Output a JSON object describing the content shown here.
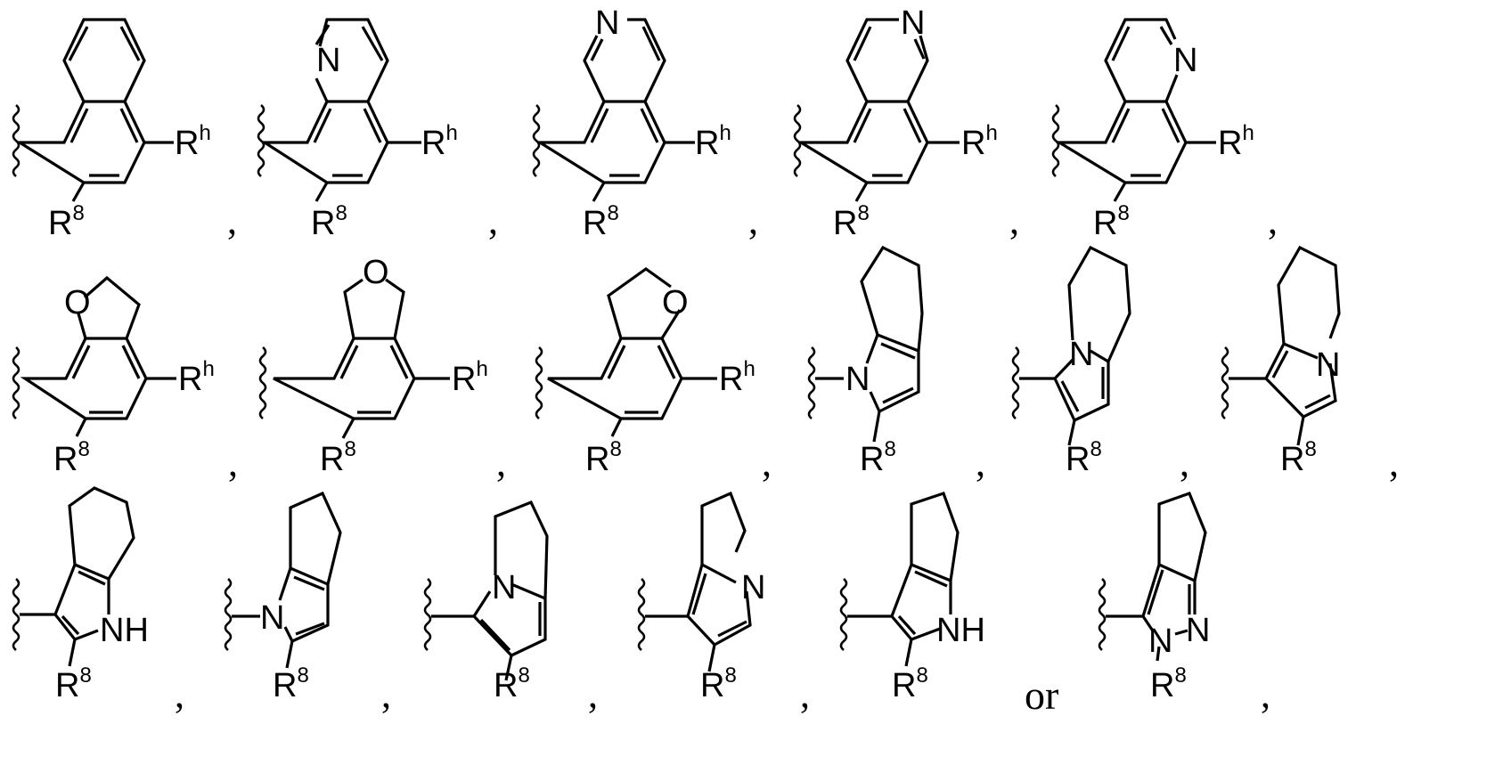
{
  "figure": {
    "description": "Markush list of bicyclic aryl/heteroaryl substituent structures",
    "separator": ",",
    "conjunction": "or",
    "terminal_punctuation": ",",
    "rows": [
      {
        "row": 1,
        "structures": [
          {
            "id": "s1",
            "name": "naphthalen-1-yl",
            "labels": {
              "sub_a": "R",
              "sub_a_sup": "h",
              "sub_b": "R",
              "sub_b_sup": "8"
            }
          },
          {
            "id": "s2",
            "name": "quinolin-8-yl",
            "labels": {
              "hetero": "N",
              "sub_a": "R",
              "sub_a_sup": "h",
              "sub_b": "R",
              "sub_b_sup": "8"
            }
          },
          {
            "id": "s3",
            "name": "isoquinolin-8-yl",
            "labels": {
              "hetero": "N",
              "sub_a": "R",
              "sub_a_sup": "h",
              "sub_b": "R",
              "sub_b_sup": "8"
            }
          },
          {
            "id": "s4",
            "name": "isoquinolin-5-yl",
            "labels": {
              "hetero": "N",
              "sub_a": "R",
              "sub_a_sup": "h",
              "sub_b": "R",
              "sub_b_sup": "8"
            }
          },
          {
            "id": "s5",
            "name": "quinolin-5-yl",
            "labels": {
              "hetero": "N",
              "sub_a": "R",
              "sub_a_sup": "h",
              "sub_b": "R",
              "sub_b_sup": "8"
            }
          }
        ]
      },
      {
        "row": 2,
        "structures": [
          {
            "id": "s6",
            "name": "2,3-dihydrobenzofuran-7-yl",
            "labels": {
              "hetero": "O",
              "sub_a": "R",
              "sub_a_sup": "h",
              "sub_b": "R",
              "sub_b_sup": "8"
            }
          },
          {
            "id": "s7",
            "name": "1,3-dihydroisobenzofuran-4-yl",
            "labels": {
              "hetero": "O",
              "sub_a": "R",
              "sub_a_sup": "h",
              "sub_b": "R",
              "sub_b_sup": "8"
            }
          },
          {
            "id": "s8",
            "name": "2,3-dihydrobenzofuran-4-yl",
            "labels": {
              "hetero": "O",
              "sub_a": "R",
              "sub_a_sup": "h",
              "sub_b": "R",
              "sub_b_sup": "8"
            }
          },
          {
            "id": "s9",
            "name": "4,5,6,7-tetrahydroindol-1-yl",
            "labels": {
              "hetero": "N",
              "sub_b": "R",
              "sub_b_sup": "8"
            }
          },
          {
            "id": "s10",
            "name": "5,6,7,8-tetrahydroindolizin-3-yl",
            "labels": {
              "hetero": "N",
              "sub_b": "R",
              "sub_b_sup": "8"
            }
          },
          {
            "id": "s11",
            "name": "5,6,7,8-tetrahydroindolizin-1-yl",
            "labels": {
              "hetero": "N",
              "sub_b": "R",
              "sub_b_sup": "8"
            }
          }
        ]
      },
      {
        "row": 3,
        "structures": [
          {
            "id": "s12",
            "name": "4,5,6,7-tetrahydroindol-3-yl",
            "labels": {
              "hetero": "NH",
              "sub_b": "R",
              "sub_b_sup": "8"
            }
          },
          {
            "id": "s13",
            "name": "cyclopenta[b]pyrrol-1-yl",
            "labels": {
              "hetero": "N",
              "sub_b": "R",
              "sub_b_sup": "8"
            }
          },
          {
            "id": "s14",
            "name": "2,3-dihydro-1H-pyrrolizin-5-yl",
            "labels": {
              "hetero": "N",
              "sub_b": "R",
              "sub_b_sup": "8"
            }
          },
          {
            "id": "s15",
            "name": "2,3-dihydro-1H-pyrrolizin-7-yl",
            "labels": {
              "hetero": "N",
              "sub_b": "R",
              "sub_b_sup": "8"
            }
          },
          {
            "id": "s16",
            "name": "cyclopenta[b]pyrrol-3-yl",
            "labels": {
              "hetero": "NH",
              "sub_b": "R",
              "sub_b_sup": "8"
            }
          },
          {
            "id": "s17",
            "name": "cyclopenta[c]pyrazol-3-yl",
            "labels": {
              "hetero_a": "N",
              "hetero_b": "N",
              "sub_b": "R",
              "sub_b_sup": "8"
            }
          }
        ]
      }
    ]
  }
}
